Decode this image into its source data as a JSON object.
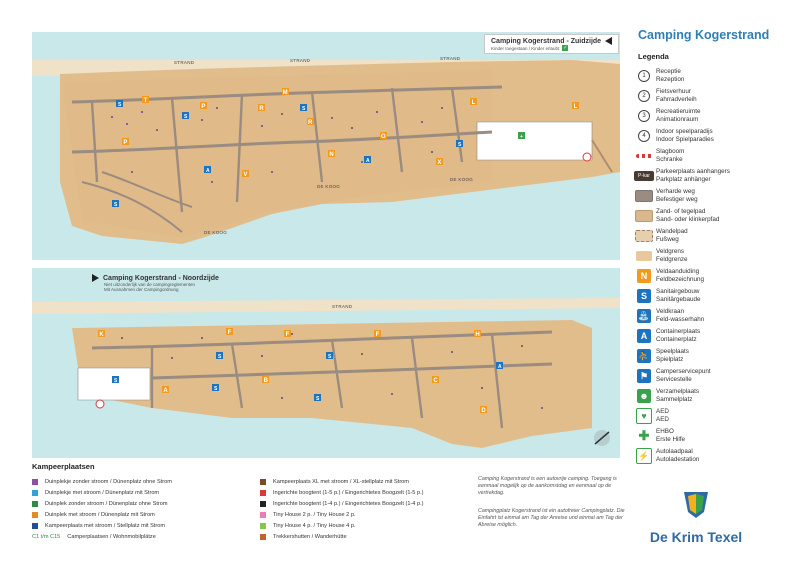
{
  "maps": {
    "south": {
      "title": "Camping Kogerstrand - Zuidzijde",
      "subtitle": "Kinder toegestaan / Kinder erlaubt",
      "strand_labels": [
        "STRAND",
        "STRAND",
        "STRAND"
      ],
      "road_labels": [
        "DE KOOG",
        "DE KOOG",
        "DE KOOG"
      ]
    },
    "north": {
      "title": "Camping Kogerstrand - Noordzijde",
      "subtitle_1": "Niet uitzonderlijk van de campingreglementen",
      "subtitle_2": "Mit Ausnahmen der Campingordnung",
      "strand_label": "STRAND"
    }
  },
  "legend": {
    "title": "Camping Kogerstrand",
    "subtitle": "Legenda",
    "items": [
      {
        "icon": "1",
        "kind": "circle",
        "line1": "Receptie",
        "line2": "Rezeption"
      },
      {
        "icon": "2",
        "kind": "circle",
        "line1": "Fietsverhuur",
        "line2": "Fahrradverleih"
      },
      {
        "icon": "3",
        "kind": "circle",
        "line1": "Recreatieruimte",
        "line2": "Animationraum"
      },
      {
        "icon": "4",
        "kind": "circle",
        "line1": "Indoor speelparadijs",
        "line2": "Indoor Spielparadies"
      },
      {
        "icon": "",
        "kind": "barrier",
        "line1": "Slagboom",
        "line2": "Schranke"
      },
      {
        "icon": "P-kar",
        "kind": "pkar",
        "line1": "Parkeerplaats aanhangers",
        "line2": "Parkplatz anhänger"
      },
      {
        "icon": "",
        "kind": "paved",
        "line1": "Verharde weg",
        "line2": "Befestiger weg"
      },
      {
        "icon": "",
        "kind": "sand",
        "line1": "Zand- of tegelpad",
        "line2": "Sand- oder klinkerpfad"
      },
      {
        "icon": "",
        "kind": "walk",
        "line1": "Wandelpad",
        "line2": "Fußweg"
      },
      {
        "icon": "",
        "kind": "field",
        "line1": "Veldgrens",
        "line2": "Feldgrenze"
      },
      {
        "icon": "N",
        "kind": "orange",
        "line1": "Veldaanduiding",
        "line2": "Feldbezeichnung"
      },
      {
        "icon": "S",
        "kind": "blue",
        "line1": "Sanitairgebouw",
        "line2": "Sanitärgebaude"
      },
      {
        "icon": "⛲",
        "kind": "blue",
        "line1": "Veldkraan",
        "line2": "Feld-wasserhahn"
      },
      {
        "icon": "A",
        "kind": "blue",
        "line1": "Containerplaats",
        "line2": "Containerplatz"
      },
      {
        "icon": "⛹",
        "kind": "blue",
        "line1": "Speelplaats",
        "line2": "Spielplatz"
      },
      {
        "icon": "⚑",
        "kind": "blue",
        "line1": "Camperservicepunt",
        "line2": "Servicestelle"
      },
      {
        "icon": "☻",
        "kind": "green",
        "line1": "Verzamelplaats",
        "line2": "Sammelplatz"
      },
      {
        "icon": "♥",
        "kind": "greenline",
        "line1": "AED",
        "line2": "AED"
      },
      {
        "icon": "✚",
        "kind": "greenfill",
        "line1": "EHBO",
        "line2": "Erste Hilfe"
      },
      {
        "icon": "⚡",
        "kind": "greenline",
        "line1": "Autolaadpaal",
        "line2": "Autoladestation"
      }
    ]
  },
  "kampeerplaatsen": {
    "title": "Kampeerplaatsen",
    "col1": [
      {
        "color": "#8e4fa1",
        "label": "Duinplekje zonder stroom / Dünenplatz ohne Strom"
      },
      {
        "color": "#2ea3d8",
        "label": "Duinplekje met stroom / Dünenplatz mit Strom"
      },
      {
        "color": "#2e8a4a",
        "label": "Duinplek zonder stroom / Dünenplatz ohne Strom"
      },
      {
        "color": "#e48a2a",
        "label": "Duinplek met stroom / Dünenplatz mit Strom"
      },
      {
        "color": "#1f4f9a",
        "label": "Kampeerplaats met stroom / Stellplatz mit Strom"
      }
    ],
    "col1_extra": {
      "code": "C1 t/m C15",
      "label": "Camperplaatsen / Wohnmobilplätze"
    },
    "col2": [
      {
        "color": "#7a4b2a",
        "label": "Kampeerplaats XL met stroom / XL-stellplatz mit Strom"
      },
      {
        "color": "#d83a3a",
        "label": "Ingerichte boogtent (1-5 p.) / Eingerichtetes Boogzelt (1-5 p.)"
      },
      {
        "color": "#222222",
        "label": "Ingerichte boogtent (1-4 p.) / Eingerichtetes Boogzelt (1-4 p.)"
      },
      {
        "color": "#e87fb0",
        "label": "Tiny House 2 p. / Tiny House 2 p."
      },
      {
        "color": "#8ac44a",
        "label": "Tiny House 4 p. / Tiny House 4 p."
      },
      {
        "color": "#c4642a",
        "label": "Trekkershutten / Wanderhütte"
      }
    ],
    "note1": "Camping Kogerstrand is een autovrije camping. Toegang is eenmaal mogelijk op de aankomstdag en eenmaal op de vertrekdag.",
    "note2": "Campingplatz Kogerstrand ist ein autofreier Campingplatz. Die Einfahrt ist einmal am Tag der Anreise und einmal am Tag der Abreise möglich."
  },
  "brand": {
    "name": "De Krim Texel"
  },
  "colors": {
    "orange": "#f29a1e",
    "blue": "#1e73be",
    "green": "#39a24a",
    "sand": "#e8c89c",
    "sea": "#c9e8ea"
  }
}
